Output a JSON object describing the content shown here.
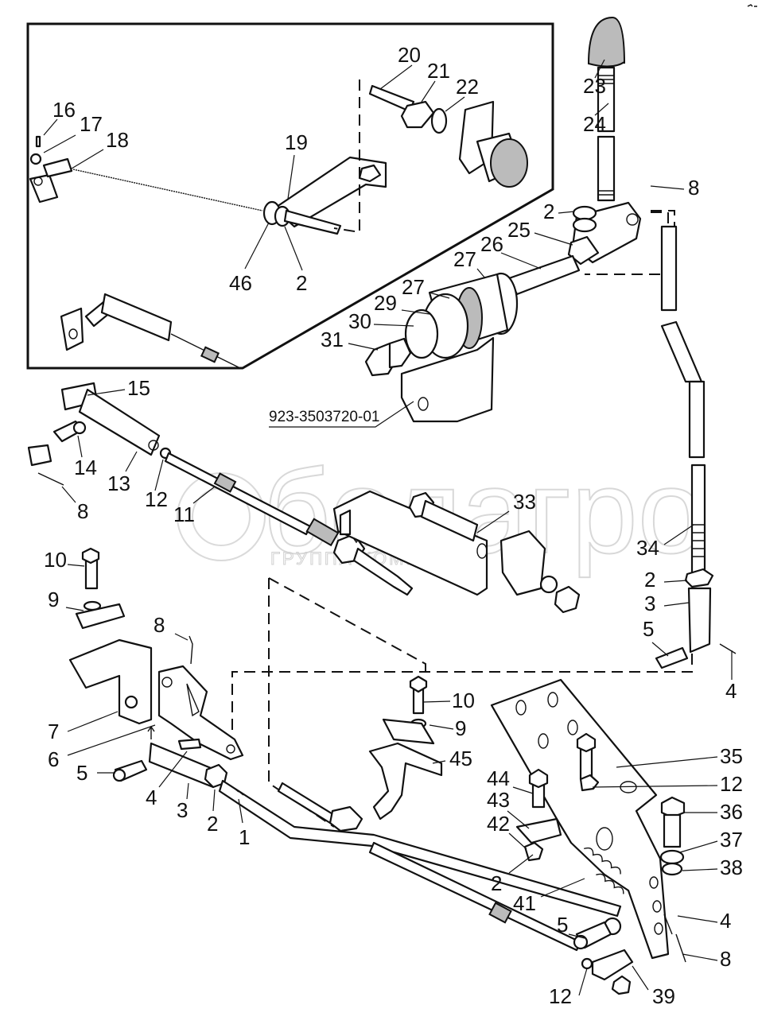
{
  "diagram": {
    "title": "Clutch / gearshift control linkage — exploded parts view",
    "assembly_part_number": "923-3503720-01",
    "watermark": {
      "main": "белагро",
      "sub": "ГРУППА КОМПАНИЙ"
    },
    "callouts": [
      {
        "id": "c20",
        "label": "20"
      },
      {
        "id": "c21",
        "label": "21"
      },
      {
        "id": "c22",
        "label": "22"
      },
      {
        "id": "c16",
        "label": "16"
      },
      {
        "id": "c17",
        "label": "17"
      },
      {
        "id": "c18",
        "label": "18"
      },
      {
        "id": "c19",
        "label": "19"
      },
      {
        "id": "c46",
        "label": "46"
      },
      {
        "id": "c2a",
        "label": "2"
      },
      {
        "id": "c23",
        "label": "23"
      },
      {
        "id": "c24",
        "label": "24"
      },
      {
        "id": "c8a",
        "label": "8"
      },
      {
        "id": "c2b",
        "label": "2"
      },
      {
        "id": "c25",
        "label": "25"
      },
      {
        "id": "c26",
        "label": "26"
      },
      {
        "id": "c27a",
        "label": "27"
      },
      {
        "id": "c27b",
        "label": "27"
      },
      {
        "id": "c29",
        "label": "29"
      },
      {
        "id": "c30",
        "label": "30"
      },
      {
        "id": "c31",
        "label": "31"
      },
      {
        "id": "c15",
        "label": "15"
      },
      {
        "id": "c14",
        "label": "14"
      },
      {
        "id": "c13",
        "label": "13"
      },
      {
        "id": "c12a",
        "label": "12"
      },
      {
        "id": "c11",
        "label": "11"
      },
      {
        "id": "c8b",
        "label": "8"
      },
      {
        "id": "c33",
        "label": "33"
      },
      {
        "id": "c34",
        "label": "34"
      },
      {
        "id": "c2c",
        "label": "2"
      },
      {
        "id": "c3a",
        "label": "3"
      },
      {
        "id": "c5a",
        "label": "5"
      },
      {
        "id": "c4a",
        "label": "4"
      },
      {
        "id": "c10a",
        "label": "10"
      },
      {
        "id": "c9a",
        "label": "9"
      },
      {
        "id": "c8c",
        "label": "8"
      },
      {
        "id": "c7",
        "label": "7"
      },
      {
        "id": "c6",
        "label": "6"
      },
      {
        "id": "c5b",
        "label": "5"
      },
      {
        "id": "c4b",
        "label": "4"
      },
      {
        "id": "c3b",
        "label": "3"
      },
      {
        "id": "c2d",
        "label": "2"
      },
      {
        "id": "c1",
        "label": "1"
      },
      {
        "id": "c10b",
        "label": "10"
      },
      {
        "id": "c9b",
        "label": "9"
      },
      {
        "id": "c45",
        "label": "45"
      },
      {
        "id": "c35",
        "label": "35"
      },
      {
        "id": "c12b",
        "label": "12"
      },
      {
        "id": "c44",
        "label": "44"
      },
      {
        "id": "c43",
        "label": "43"
      },
      {
        "id": "c42",
        "label": "42"
      },
      {
        "id": "c36",
        "label": "36"
      },
      {
        "id": "c37",
        "label": "37"
      },
      {
        "id": "c38",
        "label": "38"
      },
      {
        "id": "c2e",
        "label": "2"
      },
      {
        "id": "c41",
        "label": "41"
      },
      {
        "id": "c4c",
        "label": "4"
      },
      {
        "id": "c5c",
        "label": "5"
      },
      {
        "id": "c8d",
        "label": "8"
      },
      {
        "id": "c12c",
        "label": "12"
      },
      {
        "id": "c39",
        "label": "39"
      }
    ]
  }
}
